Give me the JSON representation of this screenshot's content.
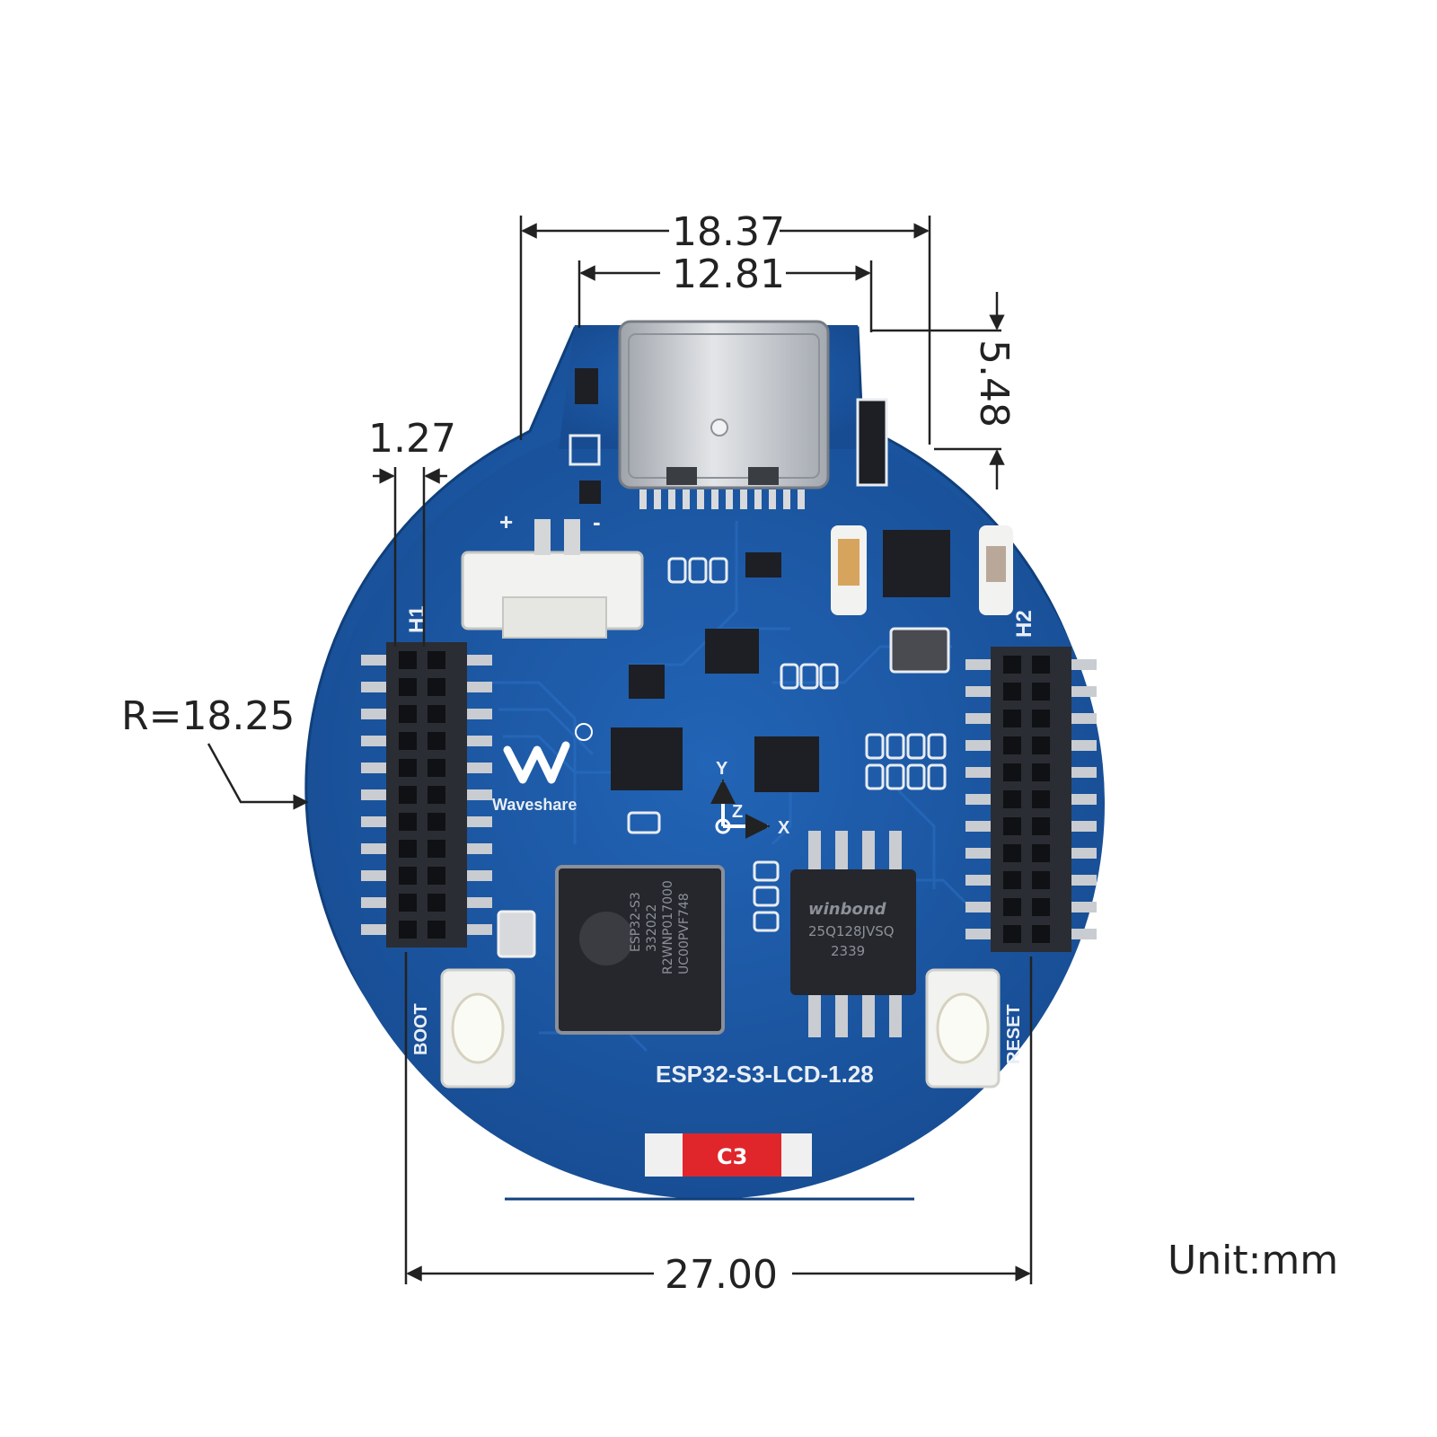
{
  "dimensions": {
    "top_total_width": "18.37",
    "usb_width": "12.81",
    "usb_height": "5.48",
    "header_pitch": "1.27",
    "radius": "R=18.25",
    "board_width": "27.00"
  },
  "unit": "Unit:mm",
  "board": {
    "model": "ESP32-S3-LCD-1.28",
    "brand": "Waveshare",
    "header_left": "H1",
    "header_right": "H2",
    "button_left": "BOOT",
    "button_right": "RESET",
    "polarity_plus": "+",
    "polarity_minus": "-",
    "axis_x": "X",
    "axis_y": "Y",
    "axis_z": "Z",
    "chip_module": "ESP32-S3",
    "chip_module_line2": "332022",
    "chip_module_line3": "R2WNP017000",
    "chip_module_line4": "UC00PVF748",
    "flash_brand": "winbond",
    "flash_line2": "25Q128JVSQ",
    "flash_line3": "2339",
    "antenna_label": "C3"
  },
  "colors": {
    "pcb": "#1c5aa8",
    "pcb_dark": "#164a8e",
    "dimension_line": "#222222",
    "header": "#2a2d33",
    "usb_metal": "#c9ccd1"
  }
}
